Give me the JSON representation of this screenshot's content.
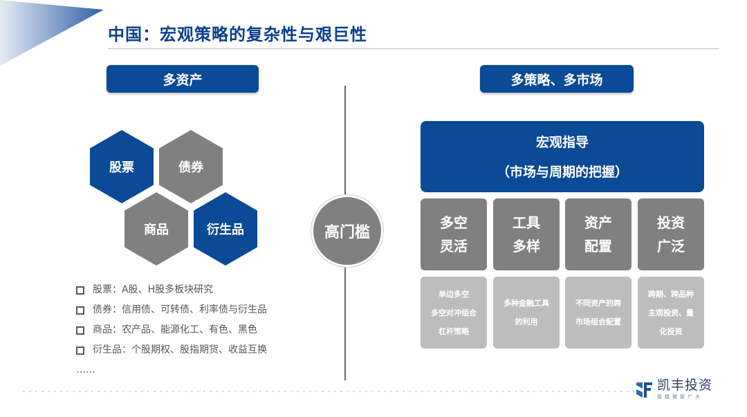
{
  "title": "中国：宏观策略的复杂性与艰巨性",
  "left_tag": "多资产",
  "right_tag": "多策略、多市场",
  "hexagons": [
    "股票",
    "债券",
    "商品",
    "衍生品"
  ],
  "bullets": [
    "股票：A股、H股多板块研究",
    "债券：信用债、可转债、利率债与衍生品",
    "商品：农产品、能源化工、有色、黑色",
    "衍生品：个股期权、股指期货、收益互换"
  ],
  "ellipsis": "……",
  "center_circle": "高门槛",
  "macro": {
    "line1": "宏观指导",
    "line2": "（市场与周期的把握）"
  },
  "gray_boxes": [
    [
      "多空",
      "灵活"
    ],
    [
      "工具",
      "多样"
    ],
    [
      "资产",
      "配置"
    ],
    [
      "投资",
      "广泛"
    ]
  ],
  "light_boxes": [
    [
      "单边多空",
      "多空对冲组合",
      "杠杆策略"
    ],
    [
      "多种金融工具",
      "的利用"
    ],
    [
      "不同资产的跨",
      "市场组合配置"
    ],
    [
      "跨期、跨品种",
      "主观投资、量",
      "化投资"
    ]
  ],
  "logo": {
    "name": "凯丰投资",
    "tagline": "极精微致广大"
  },
  "colors": {
    "primary": "#0a4a96",
    "gray": "#808080",
    "light_gray": "#bdbdbd",
    "title": "#0a3f8c"
  }
}
